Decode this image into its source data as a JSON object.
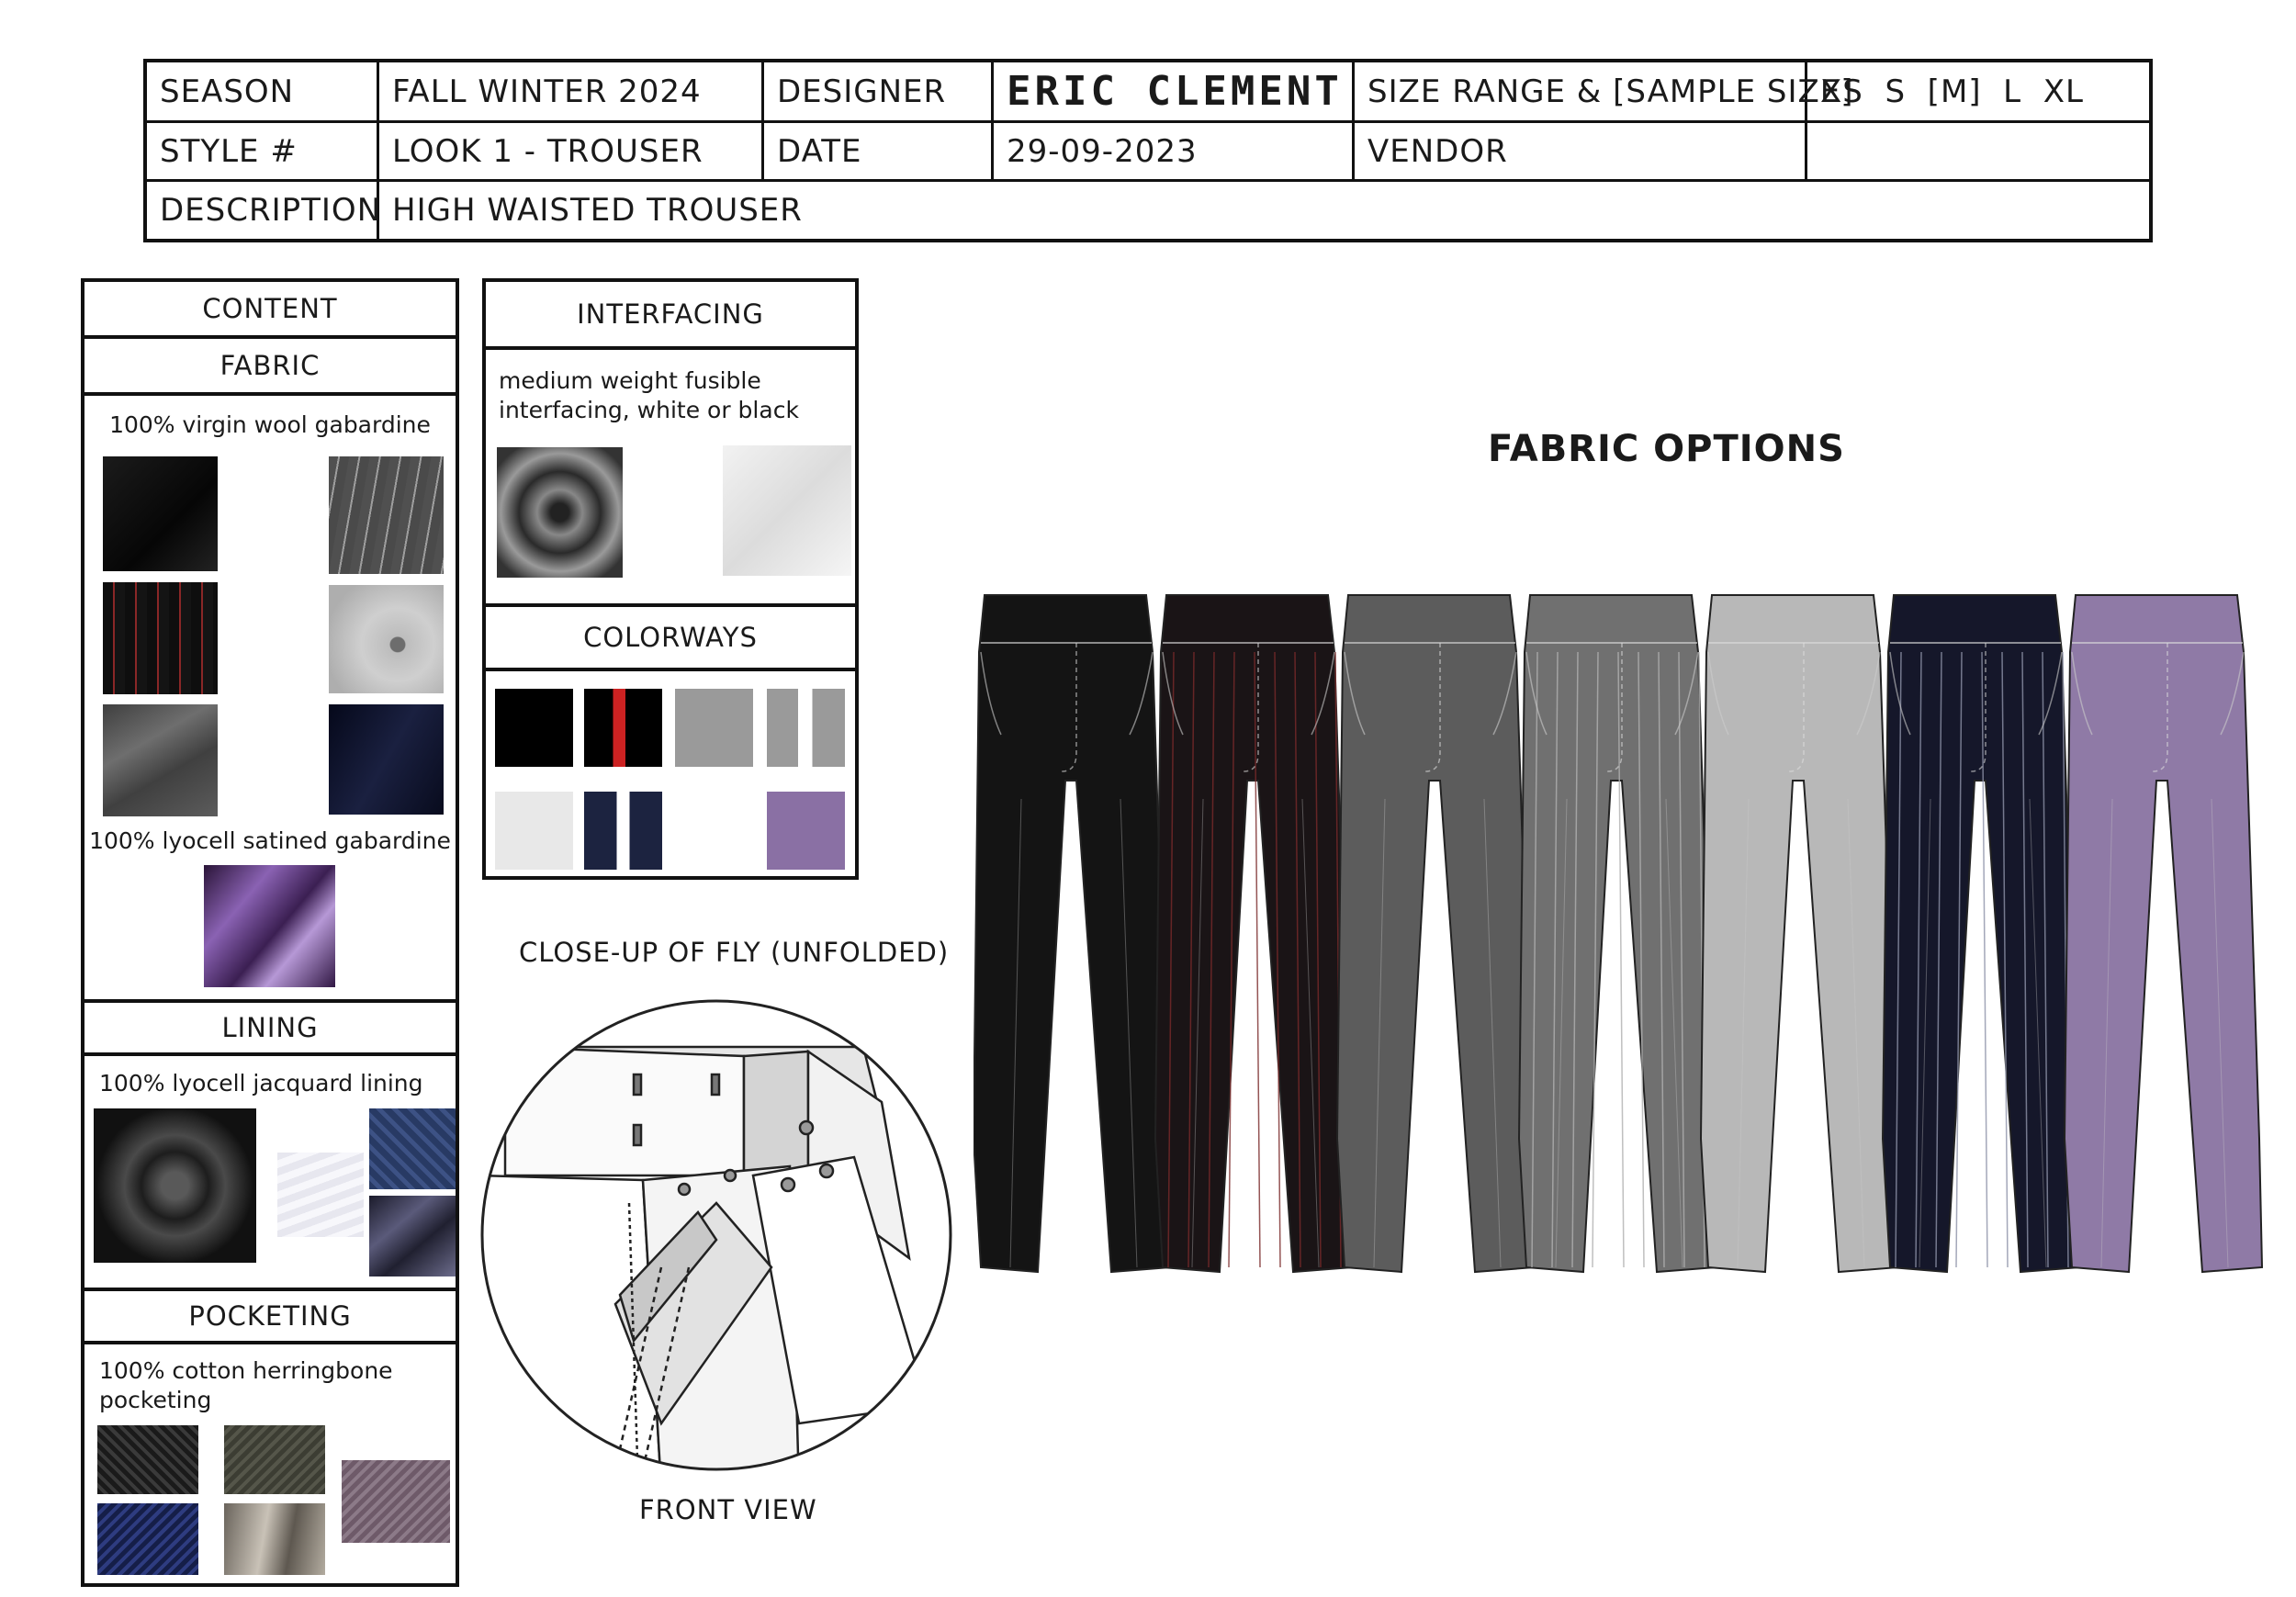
{
  "header": {
    "season_label": "SEASON",
    "season": "FALL WINTER 2024",
    "designer_label": "DESIGNER",
    "designer": "ERIC CLEMENT",
    "size_range_label": "SIZE RANGE & [SAMPLE SIZE]",
    "sizes": "XS  S  [M]  L  XL",
    "style_label": "STYLE #",
    "style": "LOOK 1 - TROUSER",
    "date_label": "DATE",
    "date": "29-09-2023",
    "vendor_label": "VENDOR",
    "vendor": "",
    "description_label": "DESCRIPTION",
    "description": "HIGH WAISTED TROUSER"
  },
  "content": {
    "title": "CONTENT",
    "fabric_title": "FABRIC",
    "fabric_1": "100% virgin wool gabardine",
    "fabric_2": "100% lyocell satined gabardine",
    "lining_title": "LINING",
    "lining_text": "100% lyocell jacquard lining",
    "pocketing_title": "POCKETING",
    "pocketing_line1": "100% cotton herringbone",
    "pocketing_line2": "pocketing"
  },
  "interfacing": {
    "title": "INTERFACING",
    "line1": "medium weight fusible",
    "line2": "interfacing, white or black"
  },
  "colorways": {
    "title": "COLORWAYS",
    "colors": [
      "#000000",
      "#cc2222",
      "#9a9a9a",
      "#e8e8e8",
      "#1c2340",
      "#8a70a4"
    ]
  },
  "closeup": {
    "title": "CLOSE-UP OF FLY (UNFOLDED)",
    "caption": "FRONT VIEW"
  },
  "fabric_options": {
    "title": "FABRIC OPTIONS",
    "trousers": [
      {
        "name": "black",
        "color": "#141414"
      },
      {
        "name": "black-red-pinstripe",
        "color": "#1a1416",
        "stripe": "#7a2a2a"
      },
      {
        "name": "charcoal",
        "color": "#5c5c5c"
      },
      {
        "name": "grey-pinstripe",
        "color": "#707070",
        "stripe": "#b0b0b0"
      },
      {
        "name": "light-grey",
        "color": "#b8b8b8"
      },
      {
        "name": "navy-pinstripe",
        "color": "#15172a",
        "stripe": "#8d92a8"
      },
      {
        "name": "lavender",
        "color": "#8f7aa6"
      }
    ]
  }
}
